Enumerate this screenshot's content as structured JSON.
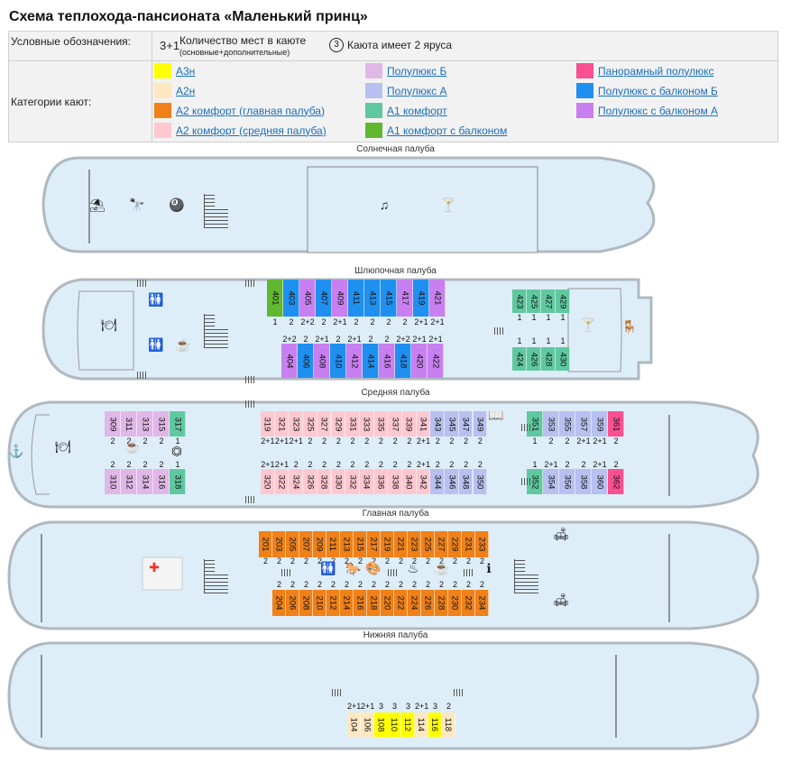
{
  "title": "Схема теплохода-пансионата «Маленький принц»",
  "legend": {
    "symbols_label": "Условные обозначения:",
    "places_sample": "3+1",
    "places_text": "Количество мест в каюте",
    "places_sub": "(основные+дополнительные)",
    "tier_sample": "3",
    "tier_text": "Каюта имеет 2 яруса",
    "categories_label": "Категории кают:",
    "categories": [
      {
        "name": "А3н",
        "color": "#ffff00"
      },
      {
        "name": "А2н",
        "color": "#ffe8c0"
      },
      {
        "name": "А2 комфорт (главная палуба)",
        "color": "#f08018"
      },
      {
        "name": "А2 комфорт (средняя палуба)",
        "color": "#ffc8d0"
      },
      {
        "name": "Полулюкс Б",
        "color": "#e0b8e8"
      },
      {
        "name": "Полулюкс А",
        "color": "#b8c0f0"
      },
      {
        "name": "А1 комфорт",
        "color": "#60c8a0"
      },
      {
        "name": "А1 комфорт с балконом",
        "color": "#60b830"
      },
      {
        "name": "Панорамный полулюкс",
        "color": "#f85090"
      },
      {
        "name": "Полулюкс с балконом Б",
        "color": "#2090f0"
      },
      {
        "name": "Полулюкс с балконом А",
        "color": "#c880f0"
      }
    ]
  },
  "decks": {
    "sun": "Солнечная палуба",
    "boat": "Шлюпочная палуба",
    "middle": "Средняя палуба",
    "main": "Главная палуба",
    "lower": "Нижняя палуба"
  },
  "cabins": [
    {
      "n": "401",
      "c": 7,
      "p": "1"
    },
    {
      "n": "403",
      "c": 9,
      "p": "2"
    },
    {
      "n": "405",
      "c": 10,
      "p": "2+2"
    },
    {
      "n": "407",
      "c": 9,
      "p": "2"
    },
    {
      "n": "409",
      "c": 10,
      "p": "2+1"
    },
    {
      "n": "411",
      "c": 9,
      "p": "2"
    },
    {
      "n": "413",
      "c": 9,
      "p": "2"
    },
    {
      "n": "415",
      "c": 9,
      "p": "2"
    },
    {
      "n": "417",
      "c": 10,
      "p": "2"
    },
    {
      "n": "419",
      "c": 9,
      "p": "2+1"
    },
    {
      "n": "421",
      "c": 10,
      "p": "2+1"
    },
    {
      "n": "404",
      "c": 10,
      "p": "2+2"
    },
    {
      "n": "406",
      "c": 9,
      "p": "2"
    },
    {
      "n": "408",
      "c": 10,
      "p": "2+1"
    },
    {
      "n": "410",
      "c": 9,
      "p": "2"
    },
    {
      "n": "412",
      "c": 10,
      "p": "2+1"
    },
    {
      "n": "414",
      "c": 9,
      "p": "2"
    },
    {
      "n": "416",
      "c": 10,
      "p": "2"
    },
    {
      "n": "418",
      "c": 9,
      "p": "2+2"
    },
    {
      "n": "420",
      "c": 10,
      "p": "2+1"
    },
    {
      "n": "422",
      "c": 10,
      "p": "2+1"
    },
    {
      "n": "423",
      "c": 6,
      "p": "1"
    },
    {
      "n": "425",
      "c": 6,
      "p": "1"
    },
    {
      "n": "427",
      "c": 6,
      "p": "1"
    },
    {
      "n": "429",
      "c": 6,
      "p": "1"
    },
    {
      "n": "424",
      "c": 6,
      "p": "1"
    },
    {
      "n": "426",
      "c": 6,
      "p": "1"
    },
    {
      "n": "428",
      "c": 6,
      "p": "1"
    },
    {
      "n": "430",
      "c": 6,
      "p": "1"
    },
    {
      "n": "309",
      "c": 4,
      "p": "2"
    },
    {
      "n": "311",
      "c": 4,
      "p": "2"
    },
    {
      "n": "313",
      "c": 4,
      "p": "2"
    },
    {
      "n": "315",
      "c": 4,
      "p": "2"
    },
    {
      "n": "317",
      "c": 6,
      "p": "1"
    },
    {
      "n": "310",
      "c": 4,
      "p": "2"
    },
    {
      "n": "312",
      "c": 4,
      "p": "2"
    },
    {
      "n": "314",
      "c": 4,
      "p": "2"
    },
    {
      "n": "316",
      "c": 4,
      "p": "2"
    },
    {
      "n": "318",
      "c": 6,
      "p": "1"
    },
    {
      "n": "319",
      "c": 3,
      "p": "2+1"
    },
    {
      "n": "321",
      "c": 3,
      "p": "2+1"
    },
    {
      "n": "323",
      "c": 3,
      "p": "2+1"
    },
    {
      "n": "325",
      "c": 3,
      "p": "2"
    },
    {
      "n": "327",
      "c": 3,
      "p": "2"
    },
    {
      "n": "329",
      "c": 3,
      "p": "2"
    },
    {
      "n": "331",
      "c": 3,
      "p": "2"
    },
    {
      "n": "333",
      "c": 3,
      "p": "2"
    },
    {
      "n": "335",
      "c": 3,
      "p": "2"
    },
    {
      "n": "337",
      "c": 3,
      "p": "2"
    },
    {
      "n": "339",
      "c": 3,
      "p": "2"
    },
    {
      "n": "341",
      "c": 3,
      "p": "2+1"
    },
    {
      "n": "343",
      "c": 5,
      "p": "2"
    },
    {
      "n": "345",
      "c": 5,
      "p": "2"
    },
    {
      "n": "347",
      "c": 5,
      "p": "2"
    },
    {
      "n": "349",
      "c": 5,
      "p": "2"
    },
    {
      "n": "320",
      "c": 3,
      "p": "2+1"
    },
    {
      "n": "322",
      "c": 3,
      "p": "2+1"
    },
    {
      "n": "324",
      "c": 3,
      "p": "2"
    },
    {
      "n": "326",
      "c": 3,
      "p": "2"
    },
    {
      "n": "328",
      "c": 3,
      "p": "2"
    },
    {
      "n": "330",
      "c": 3,
      "p": "2"
    },
    {
      "n": "332",
      "c": 3,
      "p": "2"
    },
    {
      "n": "334",
      "c": 3,
      "p": "2"
    },
    {
      "n": "336",
      "c": 3,
      "p": "2"
    },
    {
      "n": "338",
      "c": 3,
      "p": "2"
    },
    {
      "n": "340",
      "c": 3,
      "p": "2"
    },
    {
      "n": "342",
      "c": 3,
      "p": "2+1"
    },
    {
      "n": "344",
      "c": 5,
      "p": "2"
    },
    {
      "n": "346",
      "c": 5,
      "p": "2"
    },
    {
      "n": "348",
      "c": 5,
      "p": "2"
    },
    {
      "n": "350",
      "c": 5,
      "p": "2"
    },
    {
      "n": "351",
      "c": 6,
      "p": "1"
    },
    {
      "n": "353",
      "c": 5,
      "p": "2"
    },
    {
      "n": "355",
      "c": 5,
      "p": "2"
    },
    {
      "n": "357",
      "c": 5,
      "p": "2+1"
    },
    {
      "n": "359",
      "c": 5,
      "p": "2+1"
    },
    {
      "n": "361",
      "c": 8,
      "p": "2"
    },
    {
      "n": "352",
      "c": 6,
      "p": "1"
    },
    {
      "n": "354",
      "c": 5,
      "p": "2+1"
    },
    {
      "n": "356",
      "c": 5,
      "p": "2"
    },
    {
      "n": "358",
      "c": 5,
      "p": "2"
    },
    {
      "n": "360",
      "c": 5,
      "p": "2+1"
    },
    {
      "n": "362",
      "c": 8,
      "p": "2"
    },
    {
      "n": "201",
      "c": 2,
      "p": "2"
    },
    {
      "n": "203",
      "c": 2,
      "p": "2"
    },
    {
      "n": "205",
      "c": 2,
      "p": "2"
    },
    {
      "n": "207",
      "c": 2,
      "p": "2"
    },
    {
      "n": "209",
      "c": 2,
      "p": "2"
    },
    {
      "n": "211",
      "c": 2,
      "p": "2"
    },
    {
      "n": "213",
      "c": 2,
      "p": "2"
    },
    {
      "n": "215",
      "c": 2,
      "p": "2"
    },
    {
      "n": "217",
      "c": 2,
      "p": "2"
    },
    {
      "n": "219",
      "c": 2,
      "p": "2"
    },
    {
      "n": "221",
      "c": 2,
      "p": "2"
    },
    {
      "n": "223",
      "c": 2,
      "p": "2"
    },
    {
      "n": "225",
      "c": 2,
      "p": "2"
    },
    {
      "n": "227",
      "c": 2,
      "p": "2"
    },
    {
      "n": "229",
      "c": 2,
      "p": "2"
    },
    {
      "n": "231",
      "c": 2,
      "p": "2"
    },
    {
      "n": "233",
      "c": 2,
      "p": "2"
    },
    {
      "n": "204",
      "c": 2,
      "p": "2"
    },
    {
      "n": "206",
      "c": 2,
      "p": "2"
    },
    {
      "n": "208",
      "c": 2,
      "p": "2"
    },
    {
      "n": "210",
      "c": 2,
      "p": "2"
    },
    {
      "n": "212",
      "c": 2,
      "p": "2"
    },
    {
      "n": "214",
      "c": 2,
      "p": "2"
    },
    {
      "n": "216",
      "c": 2,
      "p": "2"
    },
    {
      "n": "218",
      "c": 2,
      "p": "2"
    },
    {
      "n": "220",
      "c": 2,
      "p": "2"
    },
    {
      "n": "222",
      "c": 2,
      "p": "2"
    },
    {
      "n": "224",
      "c": 2,
      "p": "2"
    },
    {
      "n": "226",
      "c": 2,
      "p": "2"
    },
    {
      "n": "228",
      "c": 2,
      "p": "2"
    },
    {
      "n": "230",
      "c": 2,
      "p": "2"
    },
    {
      "n": "232",
      "c": 2,
      "p": "2"
    },
    {
      "n": "234",
      "c": 2,
      "p": "2"
    },
    {
      "n": "104",
      "c": 1,
      "p": "2+1"
    },
    {
      "n": "106",
      "c": 1,
      "p": "2+1"
    },
    {
      "n": "108",
      "c": 0,
      "p": "3"
    },
    {
      "n": "110",
      "c": 0,
      "p": "3"
    },
    {
      "n": "112",
      "c": 0,
      "p": "3"
    },
    {
      "n": "114",
      "c": 1,
      "p": "2+1"
    },
    {
      "n": "116",
      "c": 0,
      "p": "3"
    },
    {
      "n": "118",
      "c": 1,
      "p": "2"
    }
  ],
  "icons": {
    "beach": "⛱",
    "telescope": "🔭",
    "games": "🎱",
    "music": "♫",
    "bar": "🍸",
    "restaurant": "🍽",
    "toilet": "🚻",
    "coffee": "☕",
    "library": "📖",
    "laundry": "⏣",
    "medical": "✚",
    "info": "ℹ",
    "sofa": "🛋",
    "art": "🎨",
    "kids": "🐎",
    "iron": "♨",
    "table": "🪑",
    "anchor": "⚓"
  }
}
